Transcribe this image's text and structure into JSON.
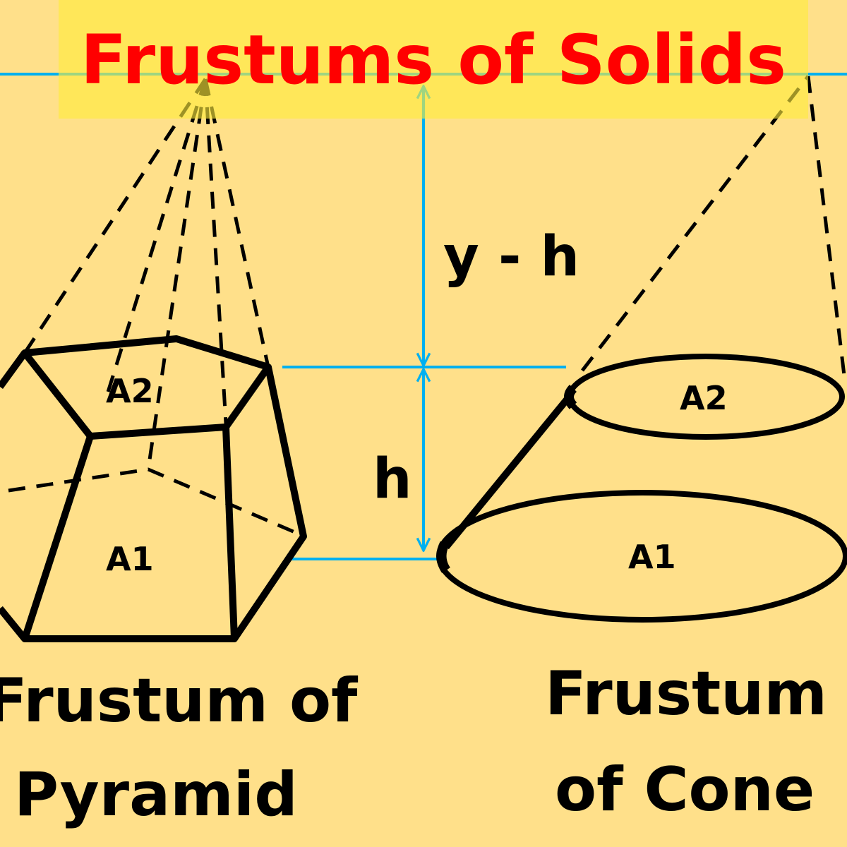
{
  "title": "Frustums of Solids",
  "labels": {
    "y_minus_h": "y - h",
    "h": "h",
    "pyramid_top_area": "A2",
    "pyramid_bottom_area": "A1",
    "cone_top_area": "A2",
    "cone_bottom_area": "A1",
    "pyramid_caption_line1": "Frustum of",
    "pyramid_caption_line2": "Pyramid",
    "cone_caption_line1": "Frustum",
    "cone_caption_line2": "of Cone"
  },
  "colors": {
    "background": "#FFE08A",
    "title_band": "#FFEB3B",
    "title_text": "#FF0000",
    "dimension_lines": "#00B0F0",
    "shape_lines": "#000000"
  }
}
